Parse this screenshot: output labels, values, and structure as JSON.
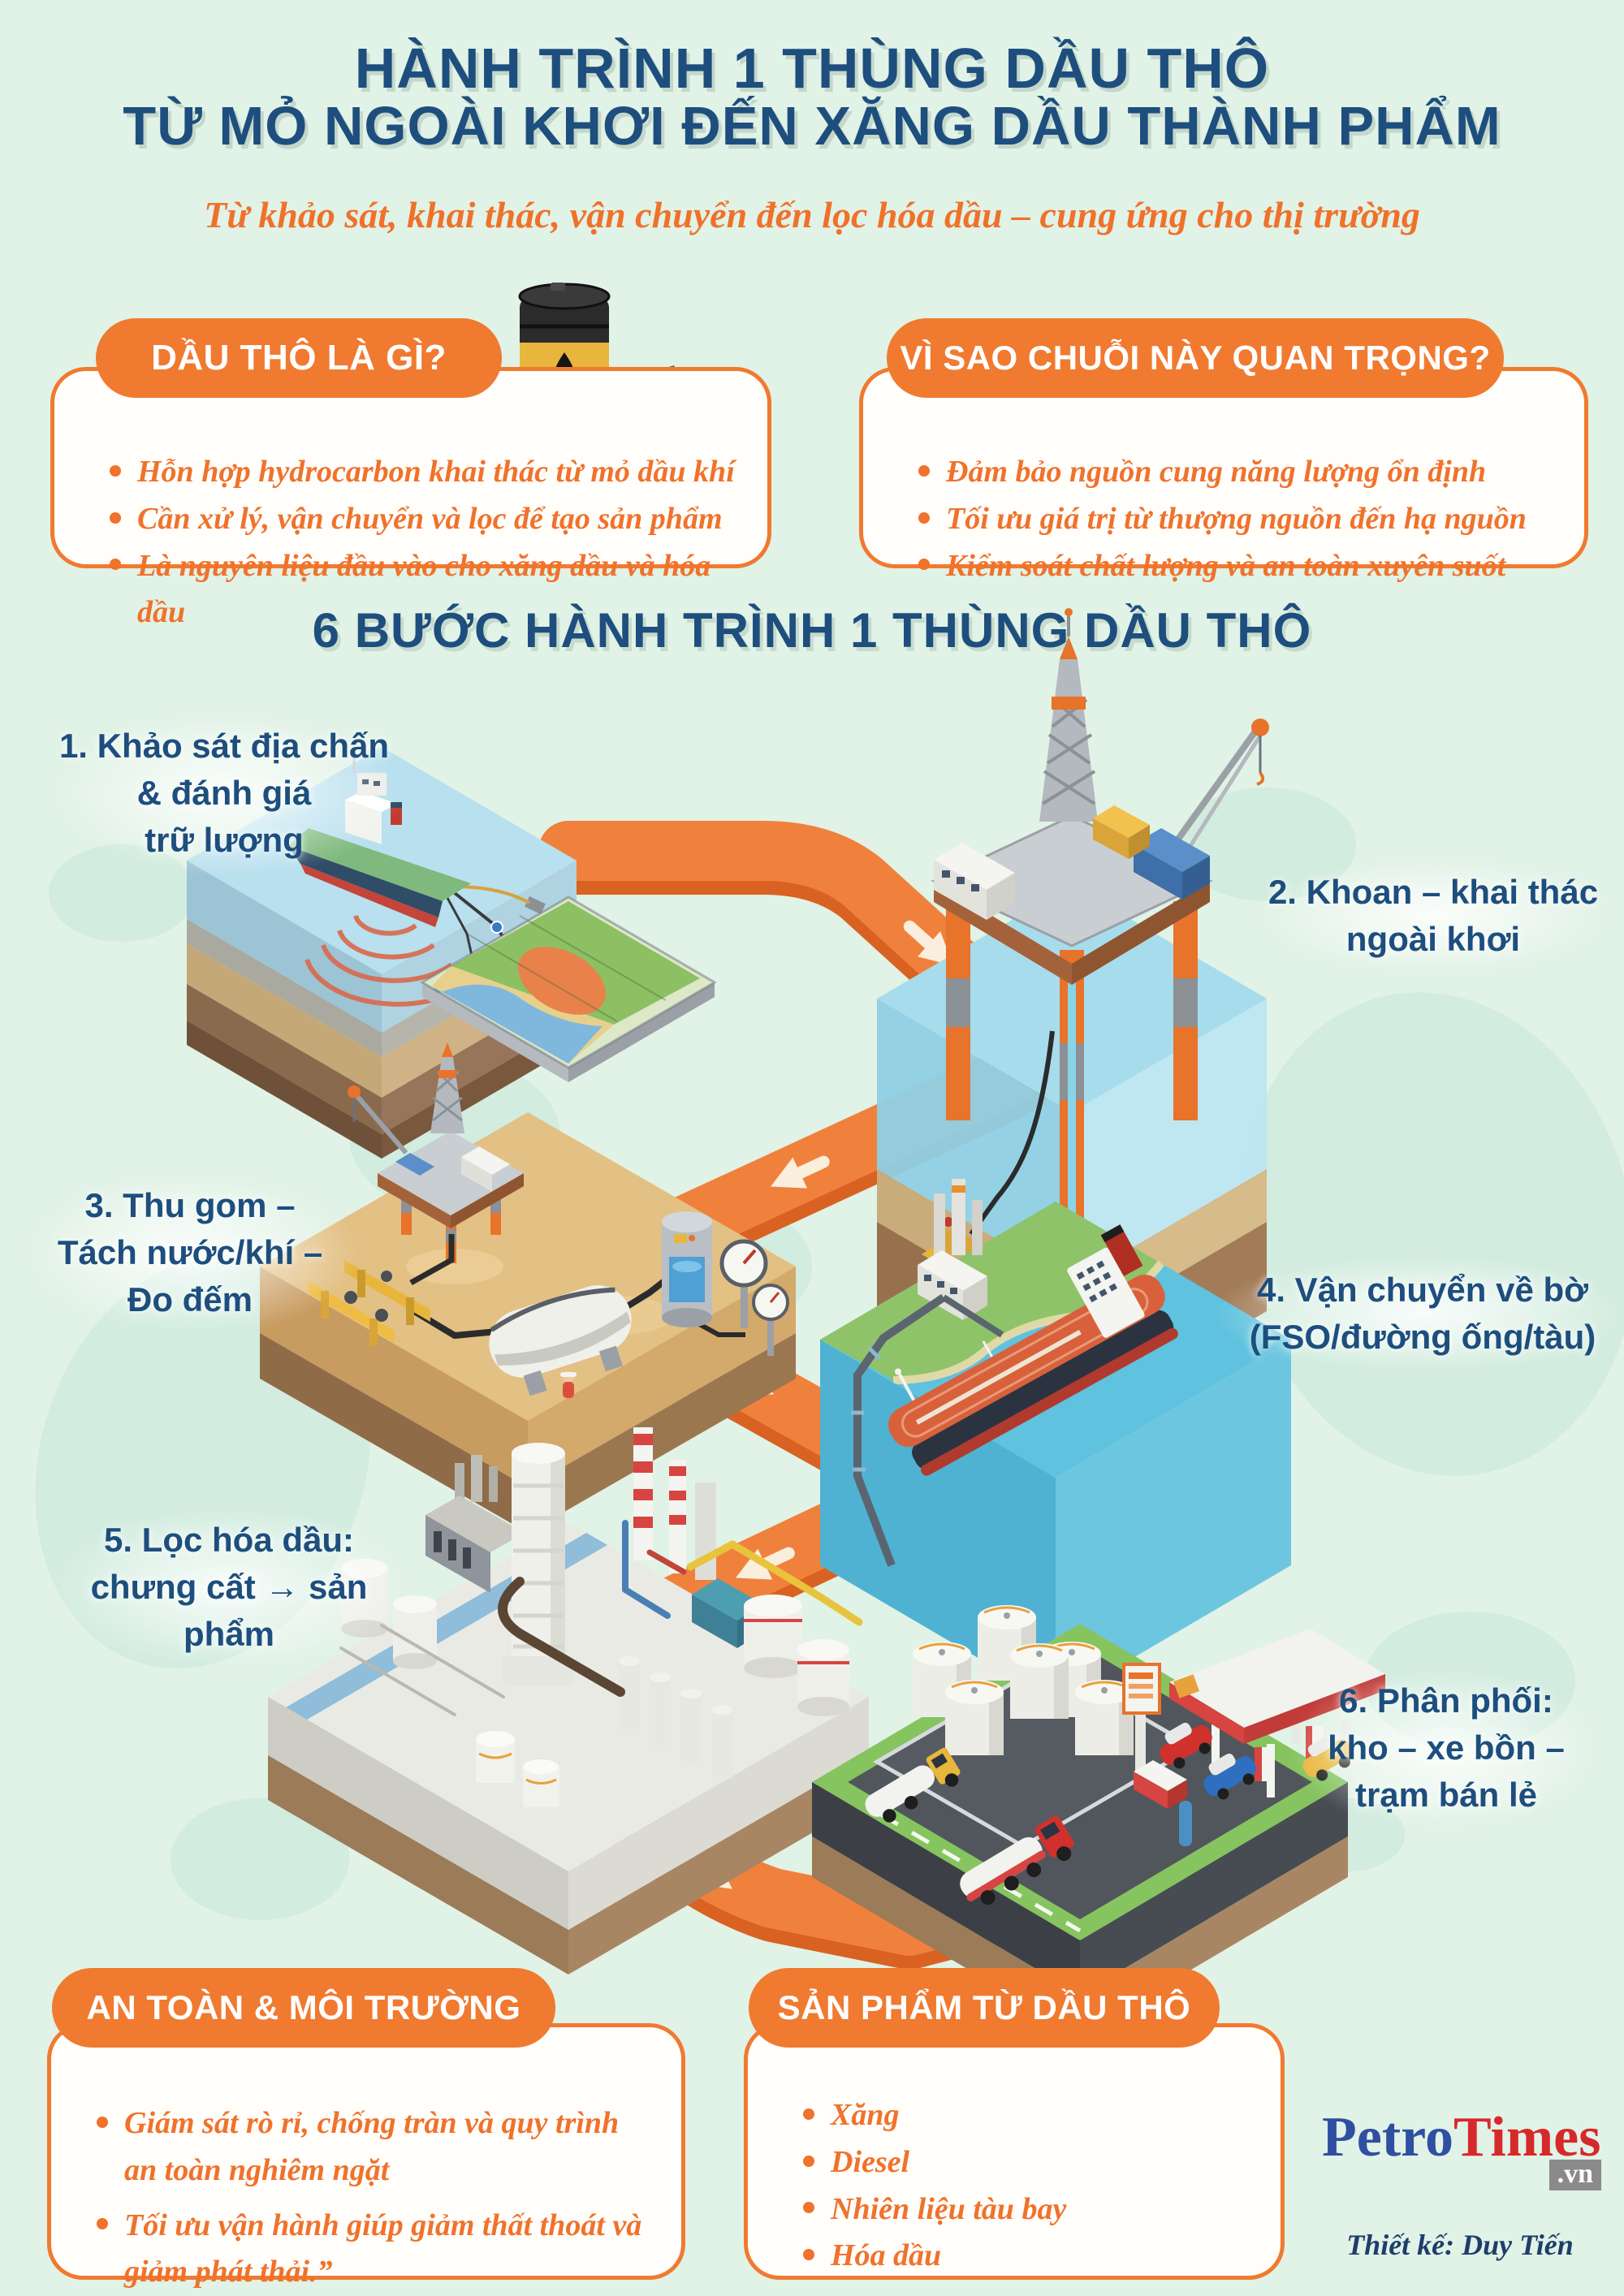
{
  "header": {
    "title_line1": "HÀNH TRÌNH 1 THÙNG DẦU THÔ",
    "title_line2": "TỪ MỎ NGOÀI KHƠI ĐẾN XĂNG DẦU THÀNH PHẨM",
    "subtitle": "Từ khảo sát, khai thác, vận chuyển đến lọc hóa dầu – cung ứng cho thị trường"
  },
  "info_boxes": [
    {
      "title": "DẦU THÔ LÀ GÌ?",
      "bullets": [
        "Hỗn hợp hydrocarbon khai thác từ mỏ dầu khí",
        "Cần xử lý, vận chuyển và lọc để tạo sản phẩm",
        "Là nguyên liệu đầu vào cho xăng dầu và hóa dầu"
      ]
    },
    {
      "title": "VÌ SAO CHUỖI NÀY QUAN TRỌNG?",
      "bullets": [
        "Đảm bảo nguồn cung năng lượng ổn định",
        "Tối ưu giá trị từ thượng nguồn đến hạ nguồn",
        "Kiểm soát chất lượng và an toàn xuyên suốt"
      ]
    }
  ],
  "journey": {
    "title": "6 BƯỚC HÀNH TRÌNH 1 THÙNG DẦU THÔ",
    "steps": [
      {
        "illustration": "seismic-survey-ship",
        "lines": [
          "1. Khảo sát địa chấn",
          "& đánh giá",
          "trữ lượng"
        ]
      },
      {
        "illustration": "offshore-drilling-platform",
        "lines": [
          "2. Khoan – khai thác",
          "ngoài khơi"
        ]
      },
      {
        "illustration": "gathering-separation-station",
        "lines": [
          "3. Thu gom –",
          "Tách nước/khí –",
          "Đo đếm"
        ]
      },
      {
        "illustration": "oil-tanker-to-shore",
        "lines": [
          "4. Vận chuyển về bờ",
          "(FSO/đường ống/tàu)"
        ]
      },
      {
        "illustration": "refinery",
        "lines": [
          "5. Lọc hóa dầu:",
          "chưng cất → sản phẩm"
        ]
      },
      {
        "illustration": "distribution-depot-station",
        "lines": [
          "6. Phân phối:",
          "kho – xe bồn –",
          "trạm bán lẻ"
        ]
      }
    ]
  },
  "bottom_boxes": [
    {
      "title": "AN TOÀN & MÔI TRƯỜNG",
      "bullets": [
        "Giám sát rò rỉ, chống tràn và quy trình an toàn nghiêm ngặt",
        "Tối ưu vận hành giúp giảm thất thoát và giảm phát thải.”"
      ]
    },
    {
      "title": "SẢN PHẨM TỪ DẦU THÔ",
      "bullets": [
        "Xăng",
        "Diesel",
        "Nhiên liệu tàu bay",
        "Hóa dầu"
      ]
    }
  ],
  "footer": {
    "brand_part1": "Petro",
    "brand_part2": "Times",
    "brand_domain": ".vn",
    "credit": "Thiết kế: Duy Tiến"
  },
  "colors": {
    "background": "#E1F2E6",
    "accent_orange": "#F07A30",
    "flow_orange": "#F0813C",
    "flow_orange_shadow": "#D96222",
    "title_blue": "#1D4E7E",
    "bullet_orange": "#F0722B",
    "brand_blue": "#2F4FA2",
    "brand_red": "#D6292B"
  }
}
